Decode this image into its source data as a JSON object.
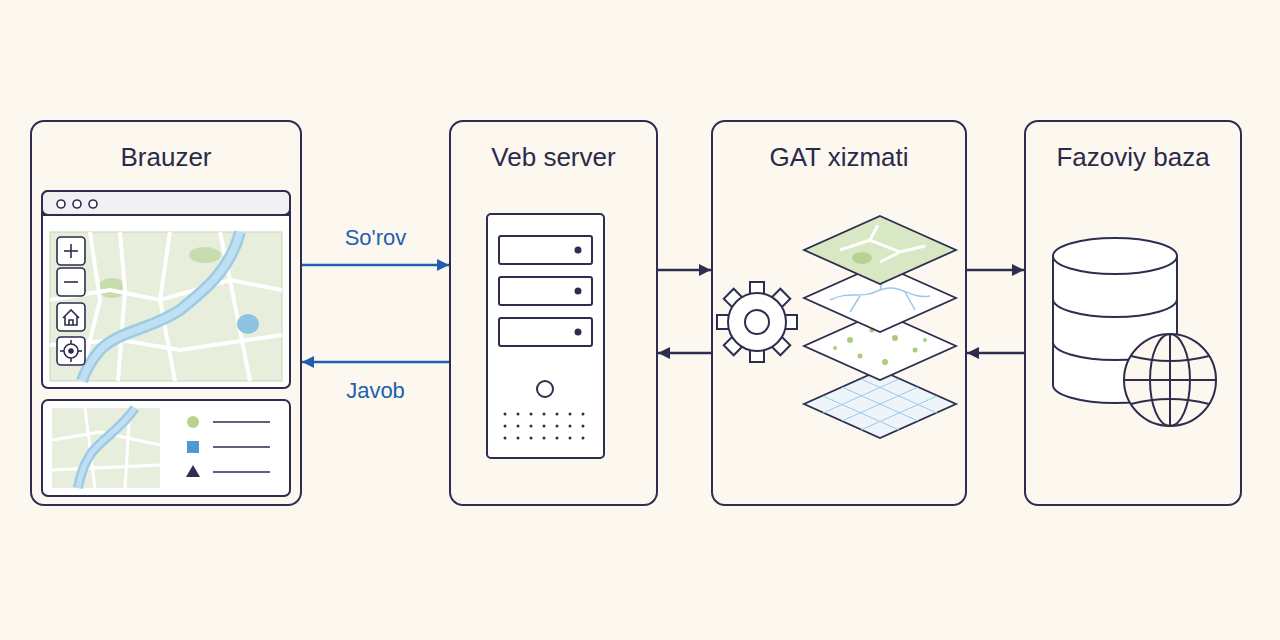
{
  "diagram": {
    "nodes": [
      {
        "text": [
          "Brauzer"
        ]
      },
      {
        "text": [
          "Veb server"
        ]
      },
      {
        "text": [
          "GAT xizmati"
        ]
      },
      {
        "text": [
          "Fazoviy baza"
        ]
      }
    ],
    "edges": [
      {
        "from": 0,
        "to": 1,
        "arrow": "to",
        "label": "So'rov"
      },
      {
        "from": 1,
        "to": 0,
        "arrow": "to",
        "label": "Javob"
      },
      {
        "from": 1,
        "to": 2,
        "arrow": "to"
      },
      {
        "from": 2,
        "to": 1,
        "arrow": "to"
      },
      {
        "from": 2,
        "to": 3,
        "arrow": "to"
      },
      {
        "from": 3,
        "to": 2,
        "arrow": "to"
      }
    ]
  }
}
